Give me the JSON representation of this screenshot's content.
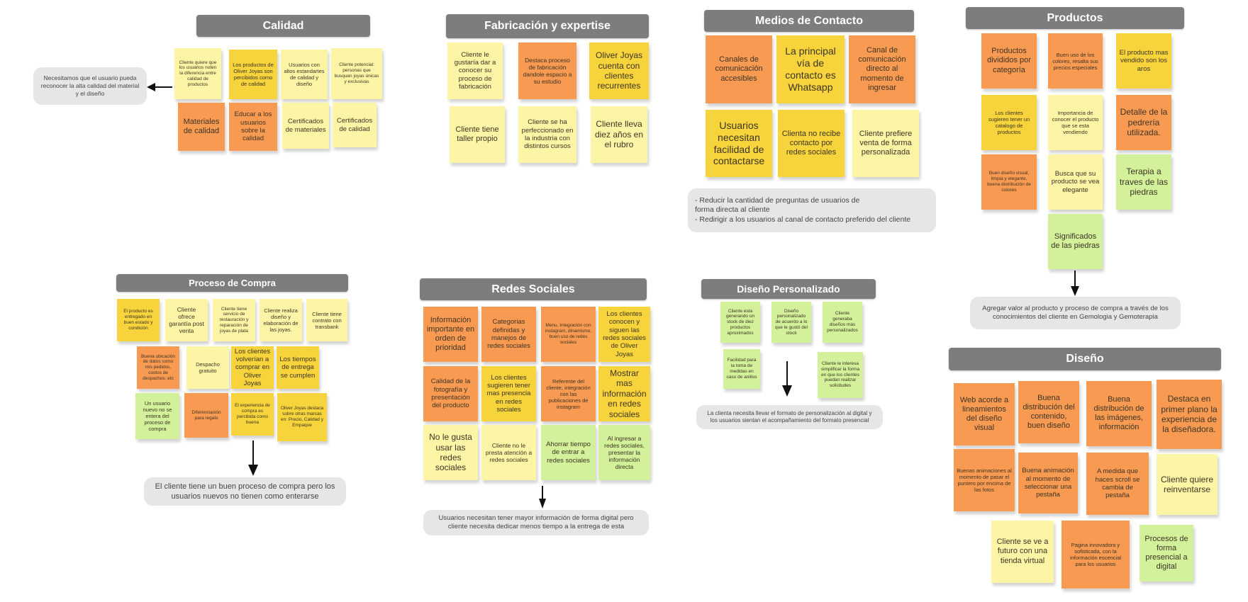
{
  "sections": {
    "calidad": {
      "title": "Calidad",
      "notes": [
        "Cliente quiere que los usuarios noten la diferencia entre calidad de productos",
        "Los productos de Oliver Joyas son percibidos como de calidad",
        "Usuarios con altos estandartes de calidad y diseño",
        "Cliente potencial: personas que busquen joyas únicas y exclusivas",
        "Materiales de calidad",
        "Educar a los usuarios sobre la calidad",
        "Certificados de materiales",
        "Certificados de calidad"
      ],
      "insight": "Necesitamos que el usuario pueda reconocer la alta calidad del material y el diseño"
    },
    "fabricacion": {
      "title": "Fabricación y expertise",
      "notes": [
        "Cliente le gustaría dar a conocer su proceso de fabricación",
        "Destaca proceso de fabricación dandole espacio a su estudio",
        "Oliver Joyas cuenta con clientes recurrentes",
        "Cliente tiene taller propio",
        "Cliente se ha perfeccionado en la industria con distintos cursos",
        "Cliente lleva diez años en el rubro"
      ]
    },
    "medios": {
      "title": "Medios de Contacto",
      "notes": [
        "Canales de comunicación accesibles",
        "La principal vía de contacto es Whatsapp",
        "Canal de comunicación directo al momento de ingresar",
        "Usuarios necesitan facilidad de contactarse",
        "Clienta no recibe contacto por redes sociales",
        "Cliente prefiere venta de forma personalizada"
      ],
      "insight": "- Reducir la cantidad de preguntas de usuarios de\n  forma directa al cliente\n- Redirigir a los usuarios al canal de contacto preferido del cliente"
    },
    "productos": {
      "title": "Productos",
      "notes": [
        "Productos divididos por categoría",
        "Buen uso de los colores, resalta sus precios especiales",
        "El producto mas vendido son los aros",
        "Los clientes sugieren tener un catalogo de productos",
        "Importancia de conocer el producto que se esta vendiendo",
        "Detalle de la pedrería utilizada.",
        "Buen diseño visual, limpia y elegante, buena distribución de colores",
        "Busca que su producto se vea elegante",
        "Terapia a traves de las piedras",
        "Significados de las piedras"
      ],
      "insight": "Agregar valor al producto y proceso de compra a través de los conocimientos del cliente en Gemologia y Gemoterapia"
    },
    "compra": {
      "title": "Proceso de Compra",
      "notes": [
        "El producto es entregado en buen estado y condición",
        "Cliente ofrece garantía post venta",
        "Cliente tiene servicio de restauración y reparación de joyas de plata",
        "Cliente realiza diseño y elaboración de las joyas.",
        "Cliente tiene contrato con transbank",
        "Buena ubicación de datos como mis pedidos, costos de despachos, etc",
        "Despacho gratuito",
        "Los clientes volverían a comprar en Oliver Joyas",
        "Los tiempos de entrega se cumplen",
        "Un usuario nuevo no se entera del proceso de compra",
        "Diferenciación para regalo",
        "El experiencia de compra es percibida como buena",
        "Oliver Joyas destaca sobre otras marcas en: Precio, Calidad y Empaque"
      ],
      "insight": "El cliente tiene un  buen proceso de compra pero los usuarios nuevos no tienen como enterarse"
    },
    "redes": {
      "title": "Redes Sociales",
      "notes": [
        "Información importante en orden de prioridad",
        "Categorias definidas y manejos de redes sociales",
        "Menu, Integración con instagram, dinamismo, buen uso de redes sociales",
        "Los clientes conocen y siguen las redes sociales de Oliver Joyas",
        "Calidad de la fotografía y presentación del producto",
        "Los clientes sugieren tener mas presencia en redes sociales",
        "Referente del cliente, integración con las publicaciones de instagram",
        "Mostrar mas información en redes sociales",
        "No le gusta usar las redes sociales",
        "Cliente no le presta atención a redes sociales",
        "Ahorrar tiempo de entrar a redes sociales",
        "Al ingresar a redes sociales, presentar la información directa"
      ],
      "insight": "Usuarios necesitan tener mayor información de forma digital pero cliente necesita dedicar menos tiempo a la entrega de esta"
    },
    "personalizado": {
      "title": "Diseño Personalizado",
      "notes": [
        "Cliente esta generando un stock de diez productos aproximados",
        "Diseño personalizado de acuerdo a lo que le gustó del stock",
        "Cliente generaba diseños más personalizados",
        "Facilidad para la toma de medidas en caso de anillos",
        "Cliente le interesa simplificar la forma en que los clientes puedan realizar solicitudes"
      ],
      "insight": "La clienta necesita llevar el formato de personalización al digital y los usuarios sientan el acompañamiento del formato presencial"
    },
    "diseno": {
      "title": "Diseño",
      "notes": [
        "Web acorde a lineamientos del diseño visual",
        "Buena distribución del contenido, buen diseño",
        "Buena distribución de las imágenes, información",
        "Destaca en primer plano la experiencia de la diseñadora.",
        "Buenas animaciones al momento de pasar el puntero por encima de las fotos",
        "Buena animación al momento de seleccionar una pestaña",
        "A medida que haces scroll se cambia de pestaña",
        "Cliente quiere reinventarse",
        "Cliente se ve a futuro con una tienda virtual",
        "Pagina innovadora y sofisticada, con la información escencial para los usuarios",
        "Procesos de forma presencial a digital"
      ]
    }
  },
  "colors": {
    "yellow_light": "#fdf5a6",
    "yellow": "#f7d33c",
    "orange": "#f99a52",
    "green": "#d2f19a",
    "header": "#7d7d7d",
    "note_bg": "#e6e6e6"
  }
}
